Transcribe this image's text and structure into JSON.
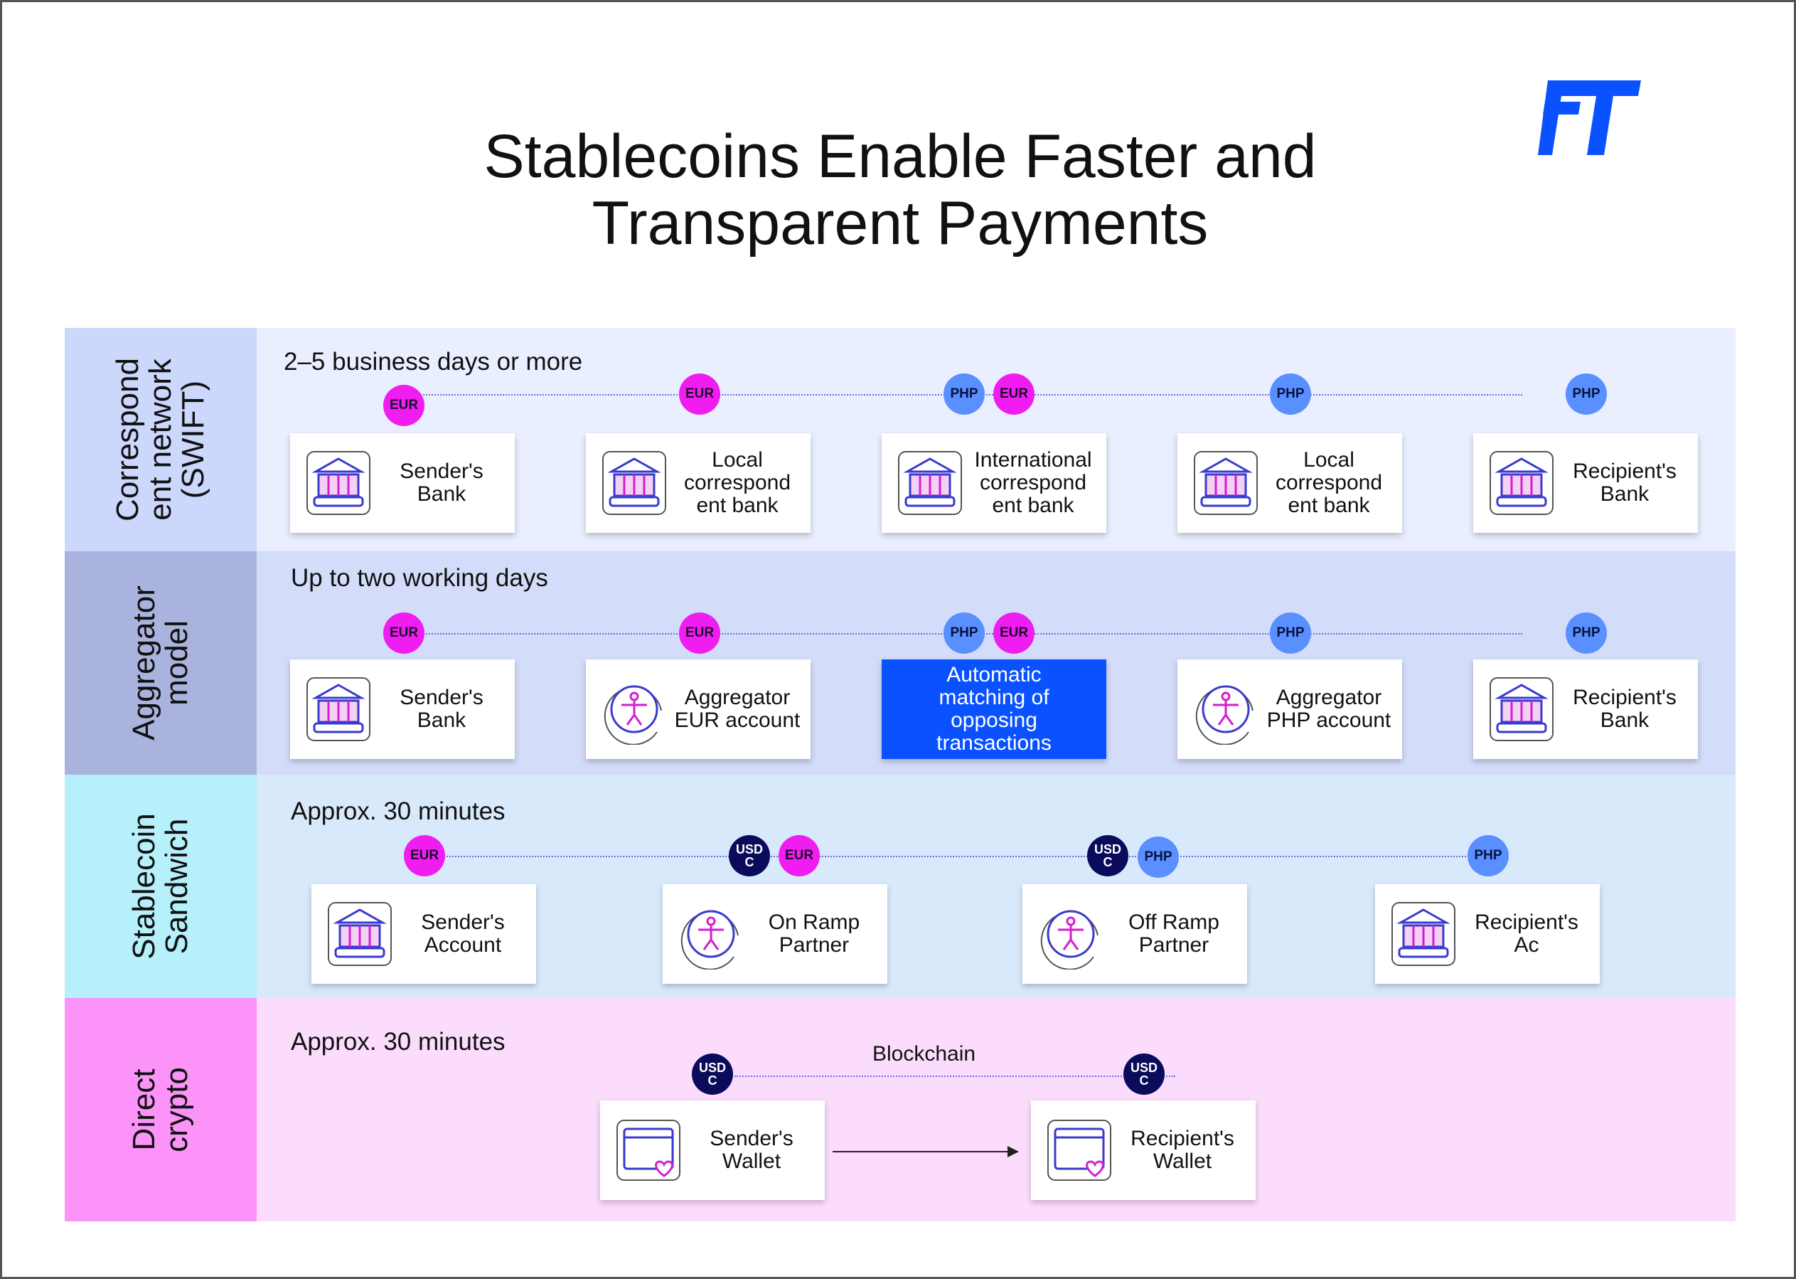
{
  "title": {
    "line1": "Stablecoins Enable Faster and",
    "line2": "Transparent Payments"
  },
  "colors": {
    "swift_label_bg": "#cbd7fb",
    "swift_body_bg": "#e9efff",
    "aggregator_label_bg": "#aab3dd",
    "aggregator_body_bg": "#d3dcf9",
    "sandwich_label_bg": "#b6f0fb",
    "sandwich_body_bg": "#d9e9fc",
    "crypto_label_bg": "#fc93f8",
    "crypto_body_bg": "#fcdcfd",
    "eur_coin": "#f01df0",
    "php_coin": "#5a8fff",
    "usdc_coin": "#0b0b5c",
    "highlight": "#0a52ff",
    "logo": "#0a52ff"
  },
  "rows": [
    {
      "id": "swift",
      "label_lines": [
        "Correspond",
        "ent network",
        "(SWIFT)"
      ],
      "time": "2–5 business days or more",
      "nodes": [
        {
          "icon": "bank-icon",
          "lines": [
            "Sender's",
            "Bank"
          ]
        },
        {
          "icon": "bank-icon",
          "lines": [
            "Local",
            "correspond",
            "ent bank"
          ]
        },
        {
          "icon": "bank-icon",
          "lines": [
            "International",
            "correspond",
            "ent bank"
          ]
        },
        {
          "icon": "bank-icon",
          "lines": [
            "Local",
            "correspond",
            "ent bank"
          ]
        },
        {
          "icon": "bank-icon",
          "lines": [
            "Recipient's",
            "Bank"
          ]
        }
      ],
      "coins": [
        {
          "type": "eur",
          "label": "EUR"
        },
        {
          "type": "eur",
          "label": "EUR"
        },
        {
          "type": "php",
          "label": "PHP"
        },
        {
          "type": "eur",
          "label": "EUR"
        },
        {
          "type": "php",
          "label": "PHP"
        },
        {
          "type": "php",
          "label": "PHP"
        }
      ]
    },
    {
      "id": "aggregator",
      "label_lines": [
        "Aggregator",
        "model"
      ],
      "time": "Up to two working days",
      "nodes": [
        {
          "icon": "bank-icon",
          "lines": [
            "Sender's",
            "Bank"
          ]
        },
        {
          "icon": "person-icon",
          "lines": [
            "Aggregator",
            "EUR account"
          ]
        },
        {
          "icon": "",
          "lines": [
            "Automatic",
            "matching of",
            "opposing",
            "transactions"
          ]
        },
        {
          "icon": "person-icon",
          "lines": [
            "Aggregator",
            "PHP account"
          ]
        },
        {
          "icon": "bank-icon",
          "lines": [
            "Recipient's",
            "Bank"
          ]
        }
      ],
      "coins": [
        {
          "type": "eur",
          "label": "EUR"
        },
        {
          "type": "eur",
          "label": "EUR"
        },
        {
          "type": "php",
          "label": "PHP"
        },
        {
          "type": "eur",
          "label": "EUR"
        },
        {
          "type": "php",
          "label": "PHP"
        },
        {
          "type": "php",
          "label": "PHP"
        }
      ]
    },
    {
      "id": "sandwich",
      "label_lines": [
        "Stablecoin",
        "Sandwich"
      ],
      "time": "Approx. 30 minutes",
      "nodes": [
        {
          "icon": "bank-icon",
          "lines": [
            "Sender's",
            "Account"
          ]
        },
        {
          "icon": "person-icon",
          "lines": [
            "On Ramp",
            "Partner"
          ]
        },
        {
          "icon": "person-icon",
          "lines": [
            "Off Ramp",
            "Partner"
          ]
        },
        {
          "icon": "bank-icon",
          "lines": [
            "Recipient's",
            "Ac"
          ]
        }
      ],
      "coins": [
        {
          "type": "eur",
          "label": "EUR"
        },
        {
          "type": "usdc",
          "label": "USD C"
        },
        {
          "type": "eur",
          "label": "EUR"
        },
        {
          "type": "usdc",
          "label": "USD C"
        },
        {
          "type": "php",
          "label": "PHP"
        },
        {
          "type": "php",
          "label": "PHP"
        }
      ]
    },
    {
      "id": "crypto",
      "label_lines": [
        "Direct",
        "crypto"
      ],
      "time": "Approx. 30 minutes",
      "chain_label": "Blockchain",
      "nodes": [
        {
          "icon": "wallet-icon",
          "lines": [
            "Sender's",
            "Wallet"
          ]
        },
        {
          "icon": "wallet-icon",
          "lines": [
            "Recipient's",
            "Wallet"
          ]
        }
      ],
      "coins": [
        {
          "type": "usdc",
          "label": "USD C"
        },
        {
          "type": "usdc",
          "label": "USD C"
        }
      ]
    }
  ]
}
